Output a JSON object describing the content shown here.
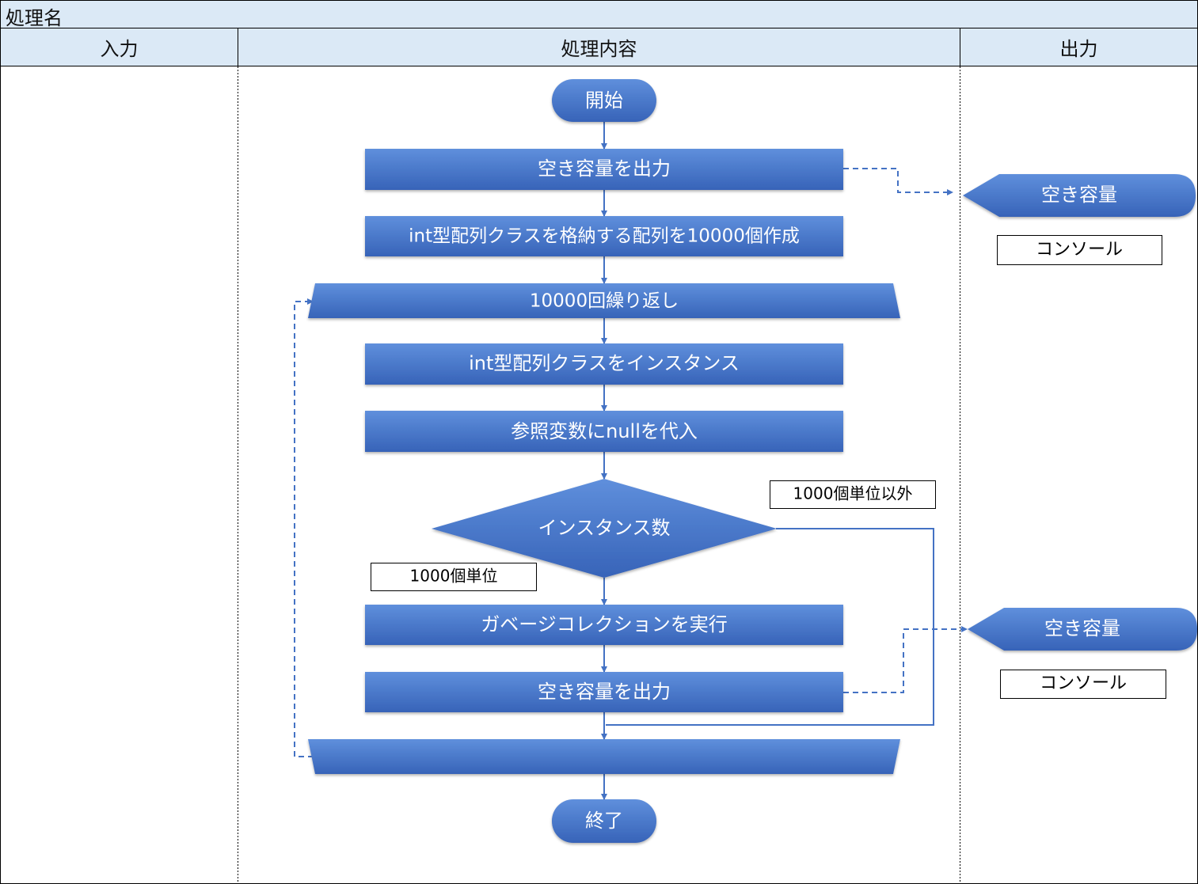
{
  "process_name": "処理名",
  "columns": {
    "input": "入力",
    "process": "処理内容",
    "output": "出力"
  },
  "flow": {
    "start": "開始",
    "step1": "空き容量を出力",
    "step2": "int型配列クラスを格納する配列を10000個作成",
    "loop_start": "10000回繰り返し",
    "step3": "int型配列クラスをインスタンス",
    "step4": "参照変数にnullを代入",
    "decision": "インスタンス数",
    "label_yes": "1000個単位",
    "label_no": "1000個単位以外",
    "step5": "ガベージコレクションを実行",
    "step6": "空き容量を出力",
    "end": "終了"
  },
  "outputs": [
    {
      "display": "空き容量",
      "device": "コンソール"
    },
    {
      "display": "空き容量",
      "device": "コンソール"
    }
  ],
  "colors": {
    "header_bg": "#dbe9f6",
    "shape_fill": "#3c6bc4",
    "shape_light": "#5b8cdc",
    "line": "#4472c4"
  }
}
